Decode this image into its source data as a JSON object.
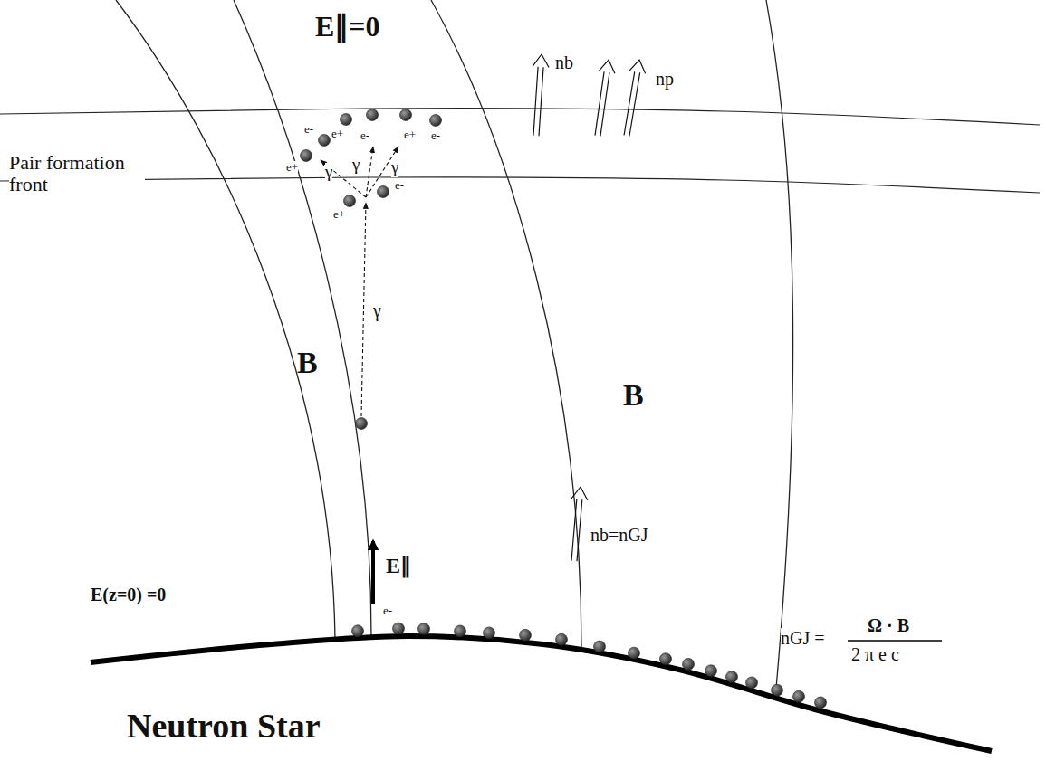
{
  "diagram": {
    "labels": [
      "E∥=0",
      "nb",
      "np",
      "e+",
      "e-",
      "e+",
      "e-",
      "Pair formation front",
      "e+",
      "e-",
      "γ",
      "γ",
      "γ",
      "e-",
      "e+",
      "γ",
      "B",
      "B",
      "E∥",
      "nb=nGJ",
      "E(z=0) =0",
      "e-",
      "nGJ =",
      "Ω · B",
      "2 π e c",
      "Neutron Star"
    ]
  }
}
